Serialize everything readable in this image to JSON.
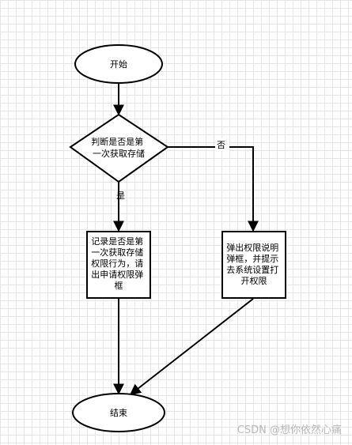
{
  "flowchart": {
    "start": "开始",
    "decision_lines": [
      "判断是否是第",
      "一次获取存储"
    ],
    "yes_label": "是",
    "no_label": "否",
    "record_lines": [
      "记录是否是第",
      "一次获取存储",
      "权限行为，请",
      "出申请权限弹",
      "框"
    ],
    "explain_lines": [
      "弹出权限说明",
      "弹框，并提示",
      "去系统设置打",
      "开权限"
    ],
    "end": "结束"
  },
  "watermark": "CSDN @想你依然心痛"
}
